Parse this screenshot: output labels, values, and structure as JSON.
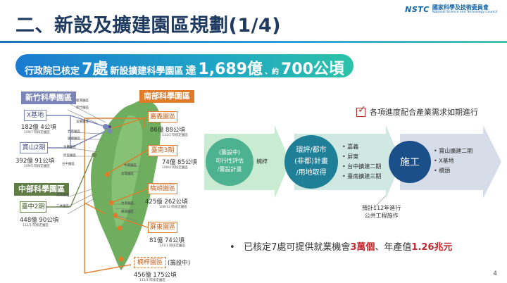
{
  "header": {
    "title": "二、新設及擴建園區規劃(1/4)",
    "logo_mark": "NSTC",
    "logo_zh": "國家科學及技術委員會",
    "logo_en": "National Science and Technology Council"
  },
  "banner": {
    "part1": "行政院已核定",
    "count": "7處",
    "part2": "新設擴建科學園區",
    "part3": "達",
    "amount": "1,689億",
    "sep": "、約",
    "area": "700公頃"
  },
  "parks": {
    "hsinchu": {
      "header": "新竹科學園區",
      "sites": [
        {
          "name": "X基地",
          "stat": "182億 4公頃",
          "sub": "109/7 院核定園區"
        },
        {
          "name": "寶山2期",
          "stat": "392億 91公頃",
          "sub": "109/5 院核定園區"
        }
      ]
    },
    "central": {
      "header": "中部科學園區",
      "sites": [
        {
          "name": "臺中2期",
          "stat": "448億 90公頃",
          "sub": "111/1 院核定園區"
        }
      ]
    },
    "southern": {
      "header": "南部科學園區",
      "sites": [
        {
          "name": "嘉義園區",
          "stat": "86億 88公頃",
          "sub": "111/1 院核定園區"
        },
        {
          "name": "臺南3期",
          "stat": "74億 85公頃",
          "sub": "109/4 院核定園區"
        },
        {
          "name": "橋頭園區",
          "stat": "425億 262公頃",
          "sub": "108/12 院核定園區"
        },
        {
          "name": "屏東園區",
          "stat": "81億 74公頃",
          "sub": "111/1 院核定園區"
        },
        {
          "name": "楠梓園區",
          "stat": "456億 175公頃",
          "sub": "111/1 院核定園區",
          "planning": "(籌設中)"
        }
      ]
    },
    "map_labels": [
      "龍潭園區",
      "新竹園區",
      "竹南園區",
      "銅鑼園區",
      "宜蘭園區",
      "生醫園區",
      "后里園區",
      "台中園區",
      "虎尾園區",
      "二林園區",
      "中興園區",
      "高雄園區",
      "台南園區",
      "橋頭園區"
    ]
  },
  "status_note": "各項進度配合產業需求如期進行",
  "flow": {
    "step1": {
      "lines": [
        "(籌設中)",
        "可行性評估",
        "/籌設計畫"
      ]
    },
    "step1_items": [
      "楠梓"
    ],
    "step2": {
      "lines": [
        "環評/都市",
        "(非都)計畫",
        "/用地取得"
      ]
    },
    "step2_items": [
      "嘉義",
      "屏東",
      "台中擴建二期",
      "臺南擴建三期"
    ],
    "step3": {
      "label": "施工"
    },
    "step3_items": [
      "寶山擴建二期",
      "X基地",
      "橋頭"
    ],
    "step3_note": [
      "預計112年進行",
      "公共工程施作"
    ]
  },
  "summary": {
    "prefix": "已核定7處可提供就業機會",
    "jobs": "3萬個",
    "mid": "、年產值",
    "value": "1.26兆元"
  },
  "page_number": "4",
  "colors": {
    "title": "#1f3a5f",
    "accent_orange": "#e07b2a",
    "hsinchu_blue": "#7b84b8",
    "central_green": "#5f7d45",
    "flow_green": "#4db28f",
    "flow_teal": "#1e7f96",
    "flow_navy": "#1b4f8a",
    "highlight_red": "#c1272d"
  }
}
